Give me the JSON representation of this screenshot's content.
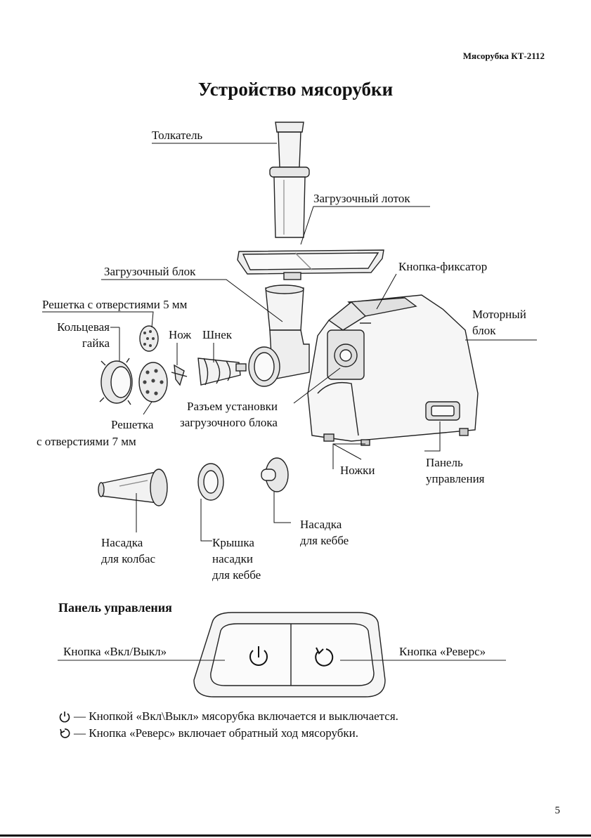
{
  "header": {
    "model": "Мясорубка КТ-2112"
  },
  "title": "Устройство мясорубки",
  "labels": {
    "pusher": "Толкатель",
    "tray": "Загрузочный лоток",
    "feed_block": "Загрузочный блок",
    "lock_button": "Кнопка-фиксатор",
    "grid5": "Решетка с отверстиями 5 мм",
    "motor_1": "Моторный",
    "motor_2": "блок",
    "ring_nut_1": "Кольцевая",
    "ring_nut_2": "гайка",
    "knife": "Нож",
    "auger": "Шнек",
    "socket_1": "Разъем установки",
    "socket_2": "загрузочного блока",
    "grid7_1": "Решетка",
    "grid7_2": "с отверстиями 7 мм",
    "feet": "Ножки",
    "control_panel_1": "Панель",
    "control_panel_2": "управления",
    "sausage_1": "Насадка",
    "sausage_2": "для колбас",
    "kebbe_cover_1": "Крышка",
    "kebbe_cover_2": "насадки",
    "kebbe_cover_3": "для кеббе",
    "kebbe_1": "Насадка",
    "kebbe_2": "для кеббе"
  },
  "panel": {
    "title": "Панель управления",
    "onoff_label": "Кнопка «Вкл/Выкл»",
    "reverse_label": "Кнопка «Реверс»"
  },
  "legend": {
    "power": "— Кнопкой «Вкл\\Выкл» мясорубка включается и выключается.",
    "reverse": "— Кнопка «Реверс» включает обратный ход мясорубки."
  },
  "page_number": "5",
  "icons": {
    "power": "power-icon",
    "reverse": "reverse-icon"
  }
}
